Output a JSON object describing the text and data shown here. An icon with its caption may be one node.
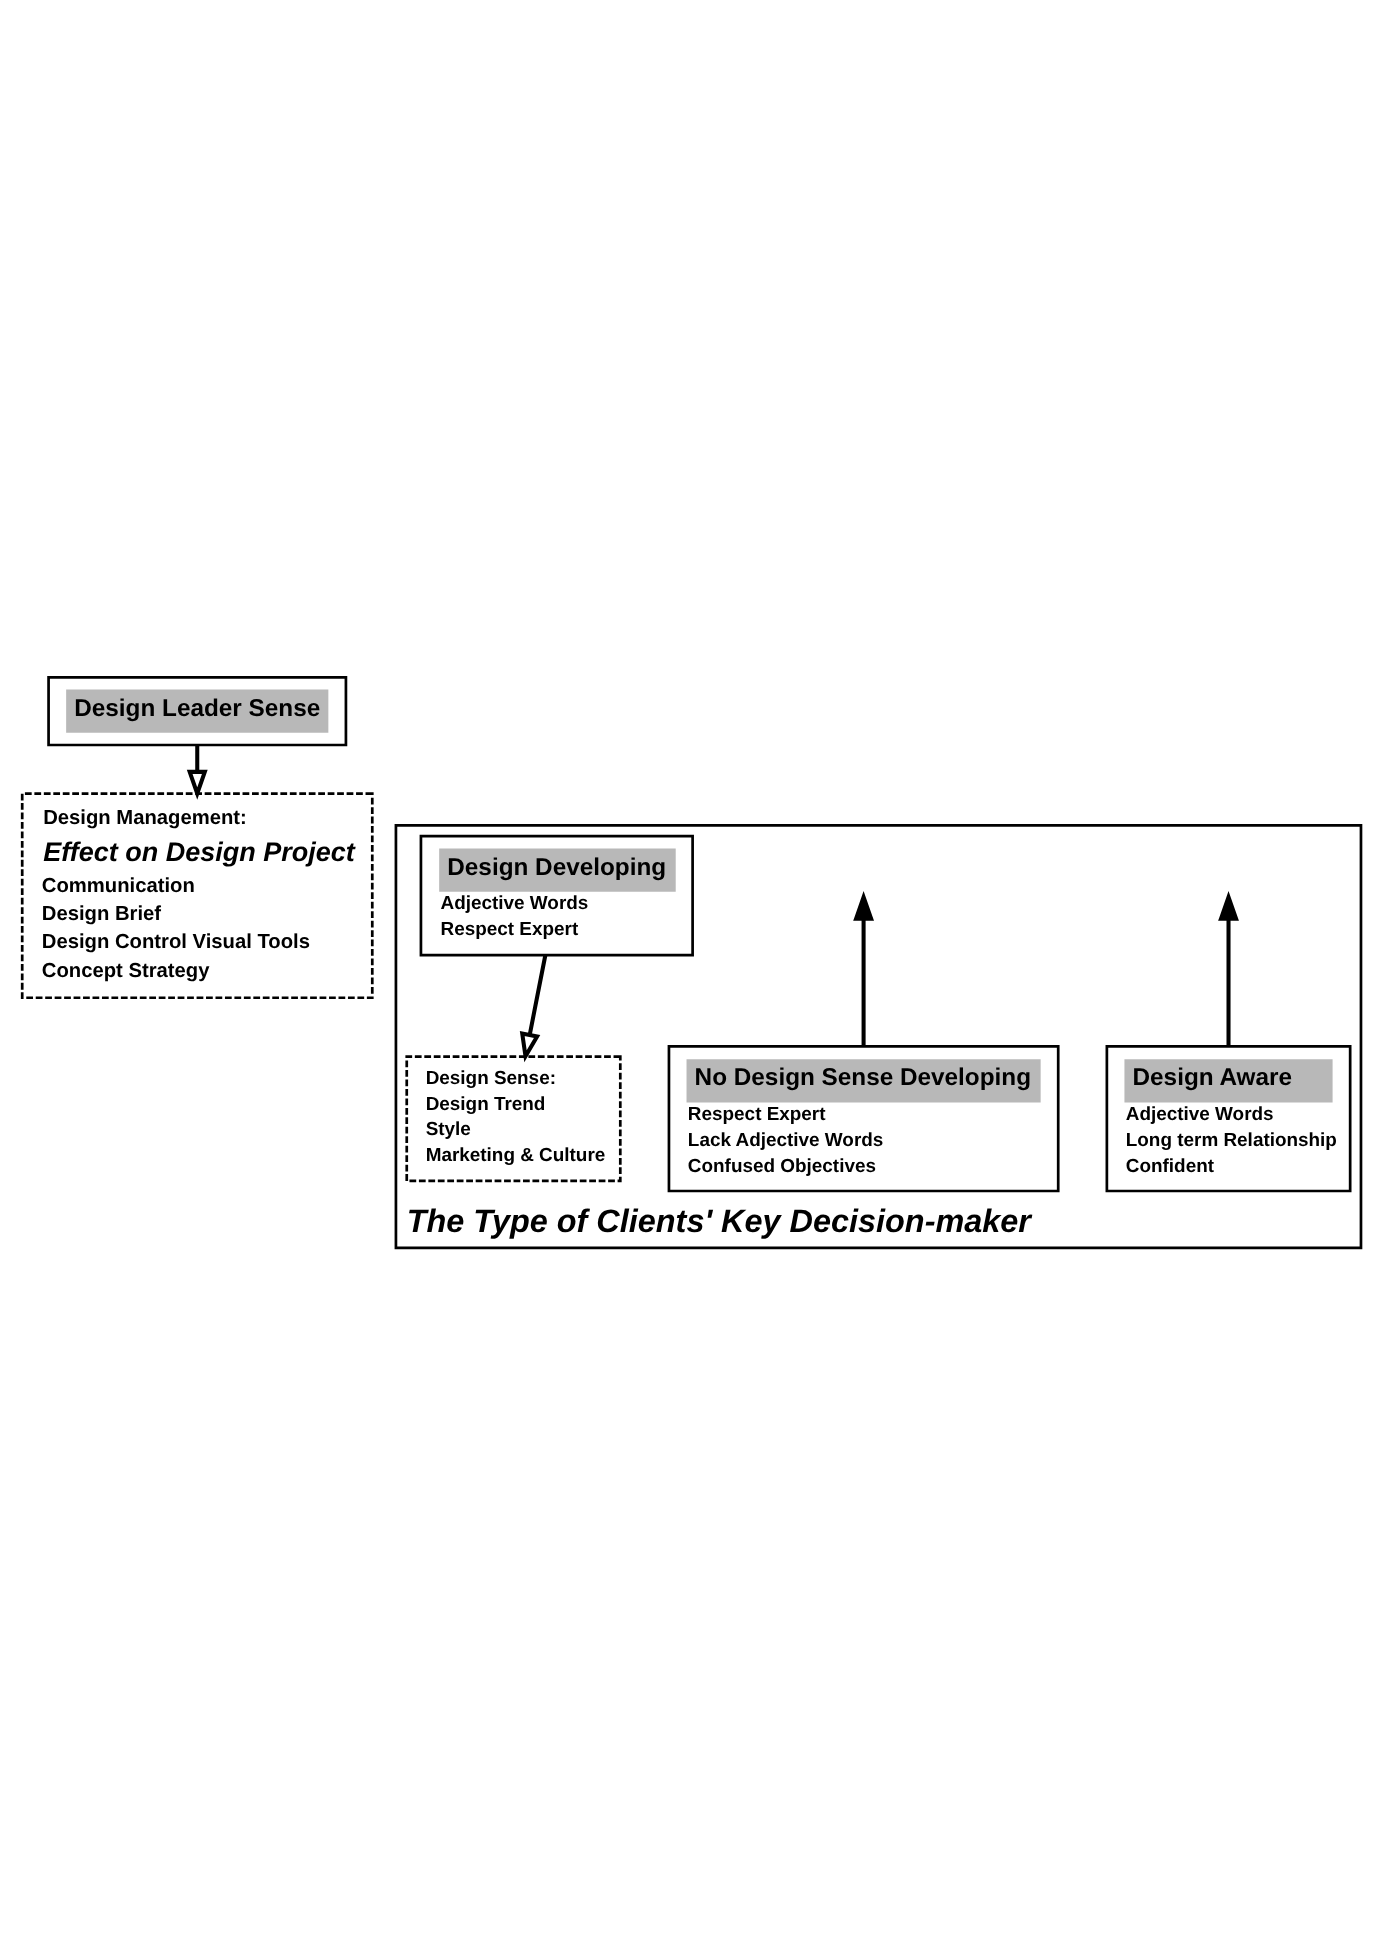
{
  "diagram": {
    "nodes": [
      {
        "text": [
          "Design Leader Sense"
        ]
      },
      {
        "text": [
          "Design Management:",
          "Effect on Design Project",
          "Communication",
          "Design Brief",
          "Design Control Visual Tools",
          "Concept Strategy"
        ]
      },
      {
        "text": [
          "The Type of Clients' Key Decision-maker"
        ]
      },
      {
        "text": [
          "Design Sense:",
          "Design Trend",
          "Style",
          "Marketing & Culture"
        ],
        "in": 2
      },
      {
        "text": [
          "Design Aware",
          "Adjective Words",
          "Long term Relationship",
          "Confident"
        ],
        "in": 2
      },
      {
        "text": [
          "Design Developing",
          "Adjective Words",
          "Respect Expert"
        ],
        "in": 2
      },
      {
        "text": [
          "No Design Sense Developing",
          "Respect Expert",
          "Lack Adjective Words",
          "Confused Objectives"
        ],
        "in": 2
      }
    ],
    "edges": [
      {
        "from": 0,
        "to": 1,
        "arrow": "to"
      },
      {
        "from": 4,
        "to": null,
        "arrow": "to"
      },
      {
        "from": 5,
        "to": 3,
        "arrow": "to"
      },
      {
        "from": 6,
        "to": null,
        "arrow": "to"
      }
    ]
  }
}
